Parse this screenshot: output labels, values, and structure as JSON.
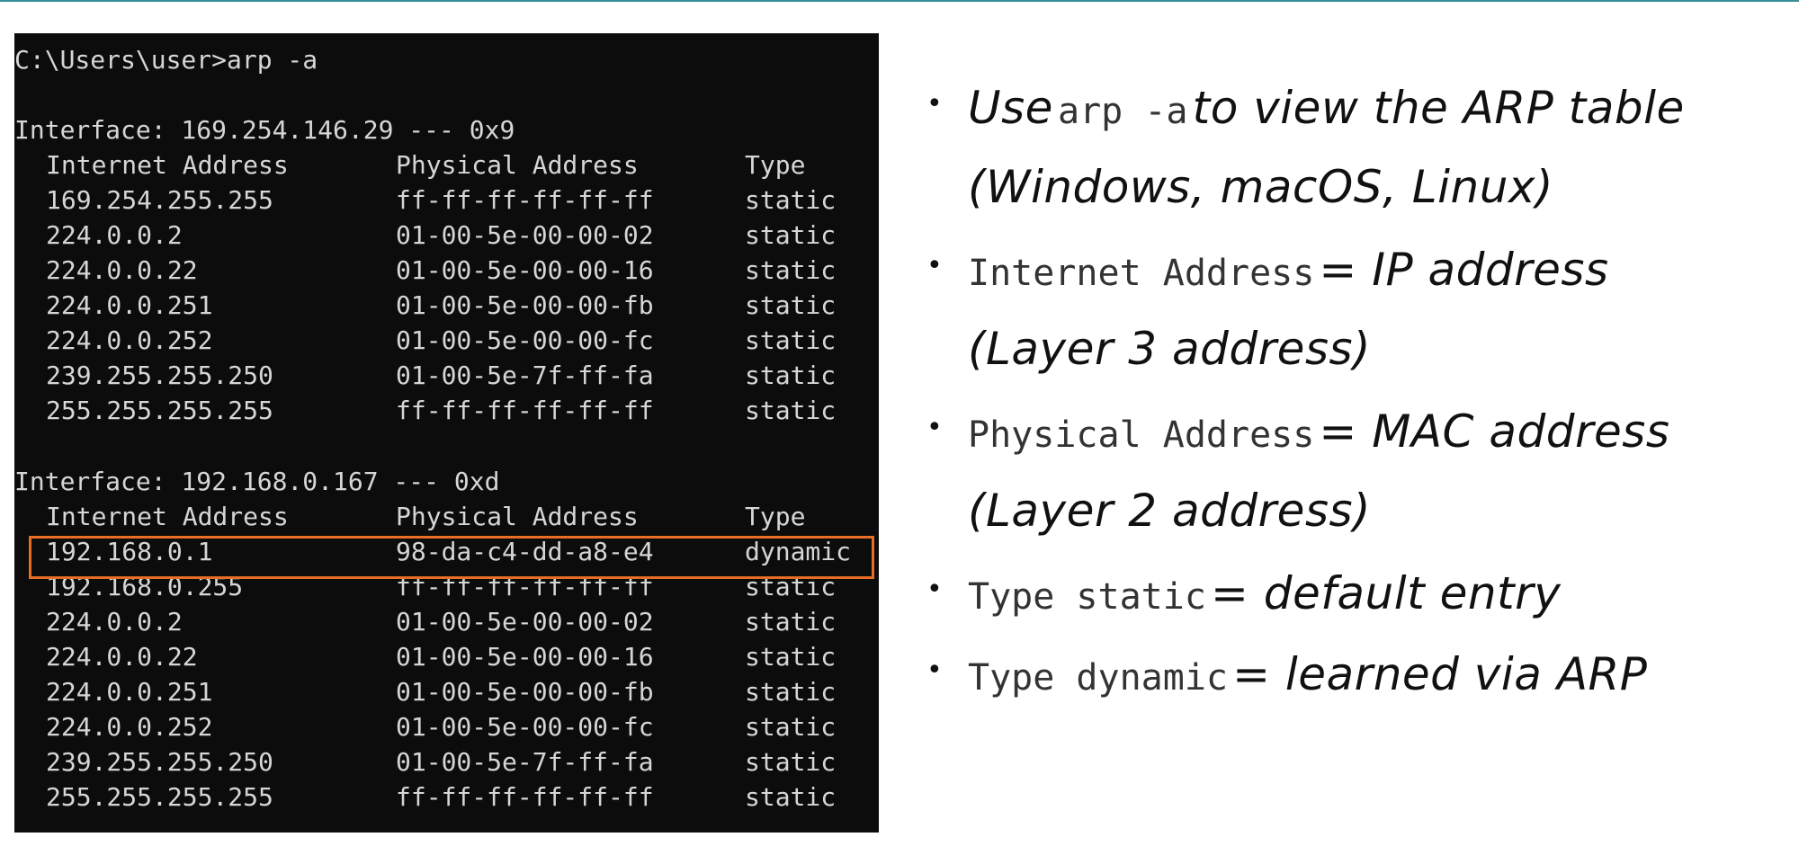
{
  "terminal": {
    "prompt": "C:\\Users\\user>arp -a",
    "interfaces": [
      {
        "header": "Interface: 169.254.146.29 --- 0x9",
        "columns": [
          "Internet Address",
          "Physical Address",
          "Type"
        ],
        "rows": [
          [
            "169.254.255.255",
            "ff-ff-ff-ff-ff-ff",
            "static"
          ],
          [
            "224.0.0.2",
            "01-00-5e-00-00-02",
            "static"
          ],
          [
            "224.0.0.22",
            "01-00-5e-00-00-16",
            "static"
          ],
          [
            "224.0.0.251",
            "01-00-5e-00-00-fb",
            "static"
          ],
          [
            "224.0.0.252",
            "01-00-5e-00-00-fc",
            "static"
          ],
          [
            "239.255.255.250",
            "01-00-5e-7f-ff-fa",
            "static"
          ],
          [
            "255.255.255.255",
            "ff-ff-ff-ff-ff-ff",
            "static"
          ]
        ]
      },
      {
        "header": "Interface: 192.168.0.167 --- 0xd",
        "columns": [
          "Internet Address",
          "Physical Address",
          "Type"
        ],
        "rows": [
          [
            "192.168.0.1",
            "98-da-c4-dd-a8-e4",
            "dynamic"
          ],
          [
            "192.168.0.255",
            "ff-ff-ff-ff-ff-ff",
            "static"
          ],
          [
            "224.0.0.2",
            "01-00-5e-00-00-02",
            "static"
          ],
          [
            "224.0.0.22",
            "01-00-5e-00-00-16",
            "static"
          ],
          [
            "224.0.0.251",
            "01-00-5e-00-00-fb",
            "static"
          ],
          [
            "224.0.0.252",
            "01-00-5e-00-00-fc",
            "static"
          ],
          [
            "239.255.255.250",
            "01-00-5e-7f-ff-fa",
            "static"
          ],
          [
            "255.255.255.255",
            "ff-ff-ff-ff-ff-ff",
            "static"
          ]
        ]
      }
    ],
    "highlight_color": "#e96d25"
  },
  "bullets": {
    "b1": {
      "l1_a": "Use",
      "l1_code": "arp -a",
      "l1_b": "to view the ARP table",
      "l2": "(Windows, macOS, Linux)"
    },
    "b2": {
      "l1_code": "Internet Address",
      "l1_b": "= IP address",
      "l2": "(Layer 3 address)"
    },
    "b3": {
      "l1_code": "Physical Address",
      "l1_b": "= MAC address",
      "l2": "(Layer 2 address)"
    },
    "b4": {
      "l1_code": "Type static",
      "l1_b": "= default entry"
    },
    "b5": {
      "l1_code": "Type dynamic",
      "l1_b": "= learned via ARP"
    }
  },
  "colors": {
    "accent_rule": "#3a8e96",
    "terminal_bg": "#0c0c0c",
    "terminal_text": "#d6d6d6"
  }
}
